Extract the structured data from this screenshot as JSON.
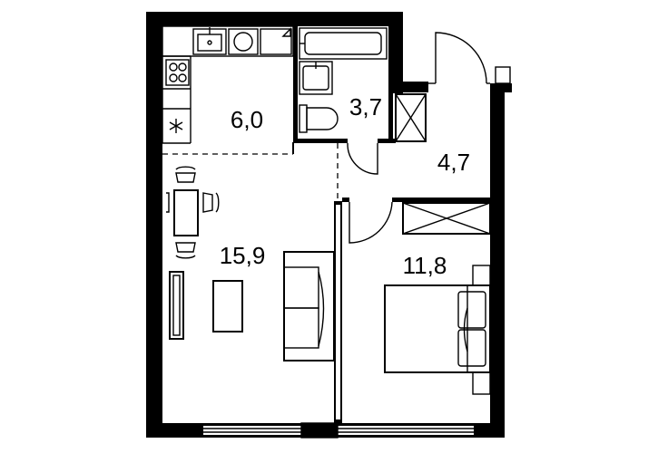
{
  "plan": {
    "rooms": [
      {
        "id": "kitchen",
        "area": "6,0"
      },
      {
        "id": "bathroom",
        "area": "3,7"
      },
      {
        "id": "hallway",
        "area": "4,7"
      },
      {
        "id": "living-room",
        "area": "15,9"
      },
      {
        "id": "bedroom",
        "area": "11,8"
      }
    ],
    "colors": {
      "ink": "#000000",
      "paper": "#ffffff"
    }
  }
}
